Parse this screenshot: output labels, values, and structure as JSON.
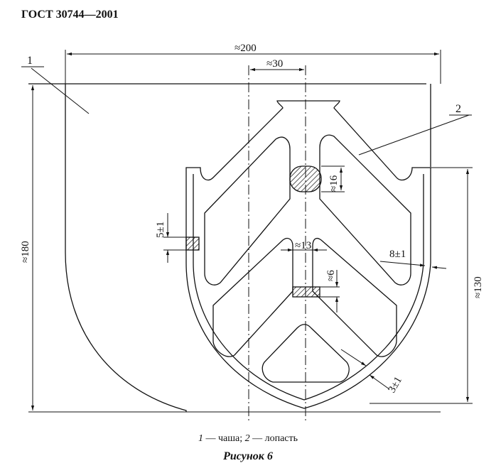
{
  "header": {
    "standard": "ГОСТ 30744—2001"
  },
  "dimensions": {
    "width_total": "≈200",
    "shaft_width": "≈30",
    "height_total": "≈180",
    "blade_height": "≈130",
    "hub_thickness": "≈16",
    "rib_thickness": "5±1",
    "gap_width": "≈13",
    "rib_thin": "≈6",
    "edge_thickness": "8±1",
    "bottom_gap": "3±1"
  },
  "labels": {
    "bowl_num": "1",
    "blade_num": "2"
  },
  "caption": {
    "num1": "1",
    "text1": " — чаша; ",
    "num2": "2",
    "text2": " — лопасть",
    "figure": "Рисунок 6"
  }
}
